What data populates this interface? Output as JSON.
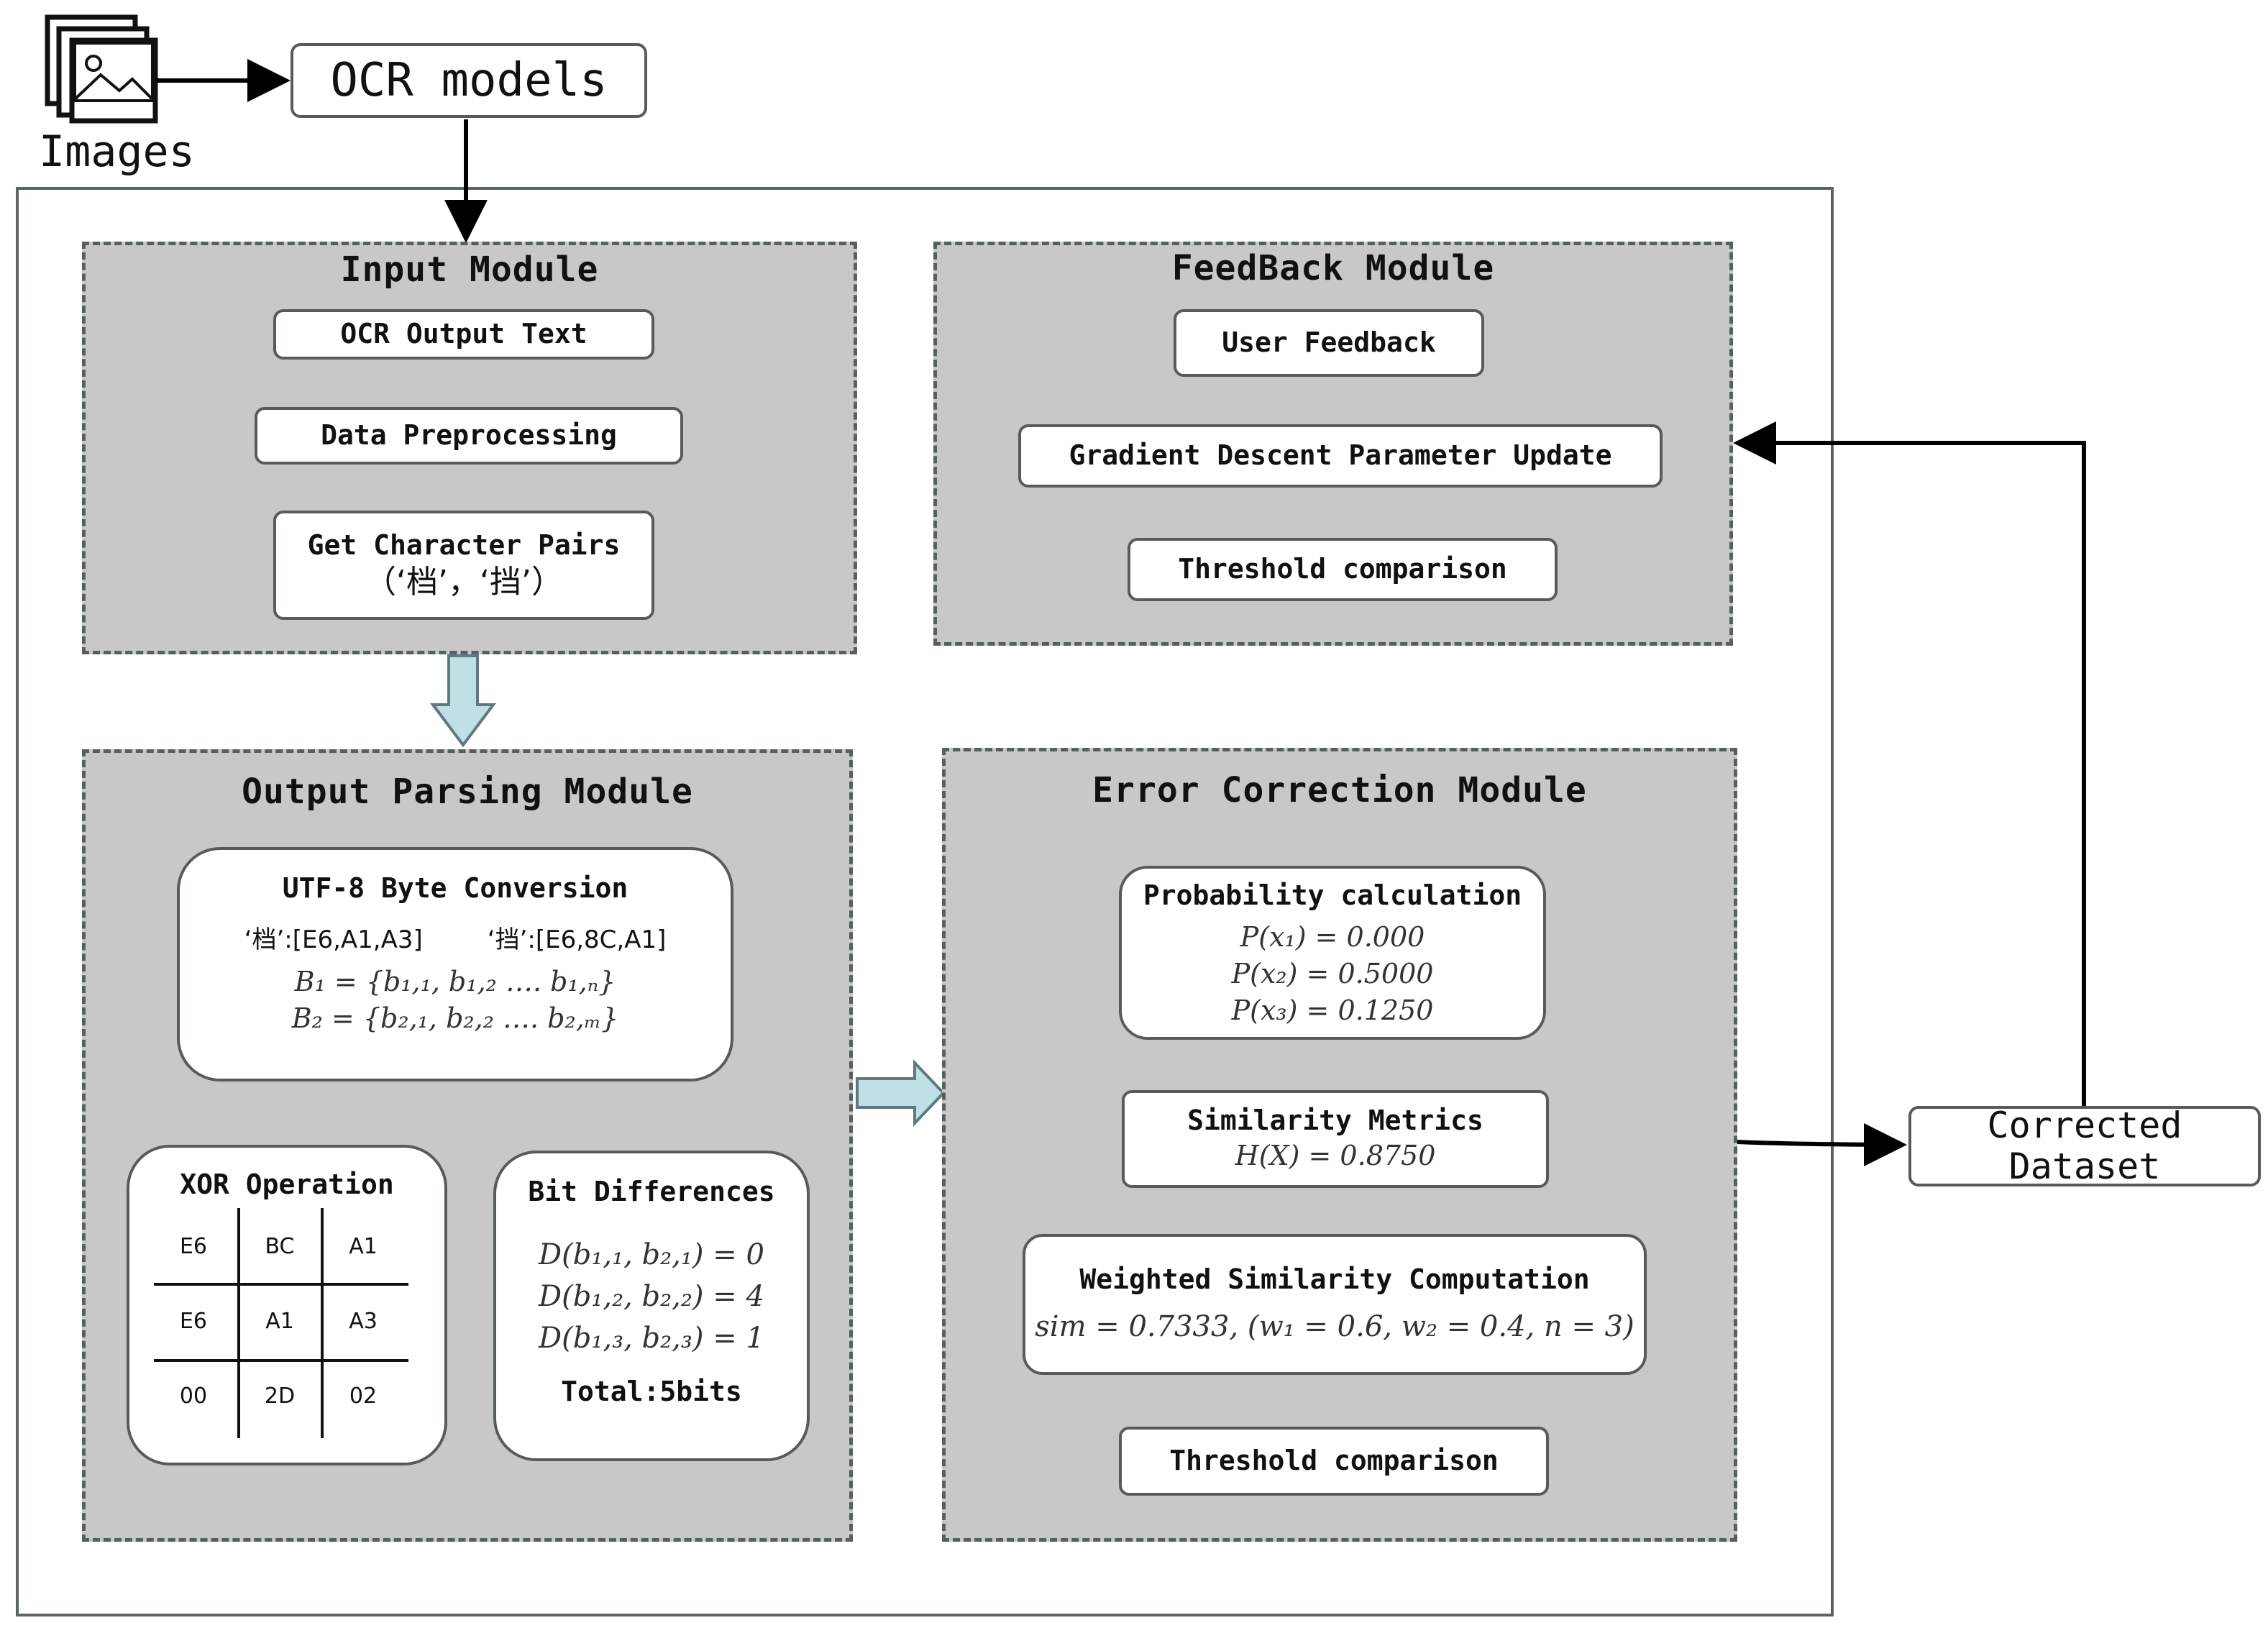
{
  "top": {
    "images_label": "Images",
    "ocr_models_label": "OCR models",
    "corrected_dataset_label": "Corrected\nDataset"
  },
  "input_module": {
    "title": "Input Module",
    "steps": [
      "OCR Output Text",
      "Data Preprocessing",
      "Get Character Pairs"
    ],
    "pair": "（‘档’，‘挡’）"
  },
  "feedback_module": {
    "title": "FeedBack Module",
    "steps": [
      "User Feedback",
      "Gradient Descent Parameter Update",
      "Threshold comparison"
    ]
  },
  "output_parsing_module": {
    "title": "Output Parsing Module",
    "utf8": {
      "title": "UTF-8 Byte Conversion",
      "bytes_1": "‘档’:[E6,A1,A3]",
      "bytes_2": "‘挡’:[E6,8C,A1]",
      "set_1": "B₁ = {b₁,₁, b₁,₂ …. b₁,ₙ}",
      "set_2": "B₂ = {b₂,₁, b₂,₂ …. b₂,ₘ}"
    },
    "xor": {
      "title": "XOR Operation",
      "rows": [
        [
          "E6",
          "BC",
          "A1"
        ],
        [
          "E6",
          "A1",
          "A3"
        ],
        [
          "00",
          "2D",
          "02"
        ]
      ]
    },
    "bits": {
      "title": "Bit Differences",
      "lines": [
        "D(b₁,₁, b₂,₁) = 0",
        "D(b₁,₂, b₂,₂) = 4",
        "D(b₁,₃, b₂,₃) = 1"
      ],
      "total": "Total:5bits"
    }
  },
  "error_correction_module": {
    "title": "Error Correction Module",
    "probability": {
      "title": "Probability calculation",
      "lines": [
        "P(x₁) = 0.000",
        "P(x₂) = 0.5000",
        "P(x₃) = 0.1250"
      ]
    },
    "similarity": {
      "title": "Similarity Metrics",
      "formula": "H(X) = 0.8750"
    },
    "weighted": {
      "title": "Weighted Similarity Computation",
      "formula": "sim = 0.7333, (w₁ = 0.6, w₂ = 0.4, n = 3)"
    },
    "threshold": "Threshold comparison"
  },
  "colors": {
    "module_fill": "#c8c8c8",
    "module_border": "#56605d",
    "chevron_fill": "#bfe0e5",
    "chevron_stroke": "#5e7a80",
    "line": "#000000"
  }
}
